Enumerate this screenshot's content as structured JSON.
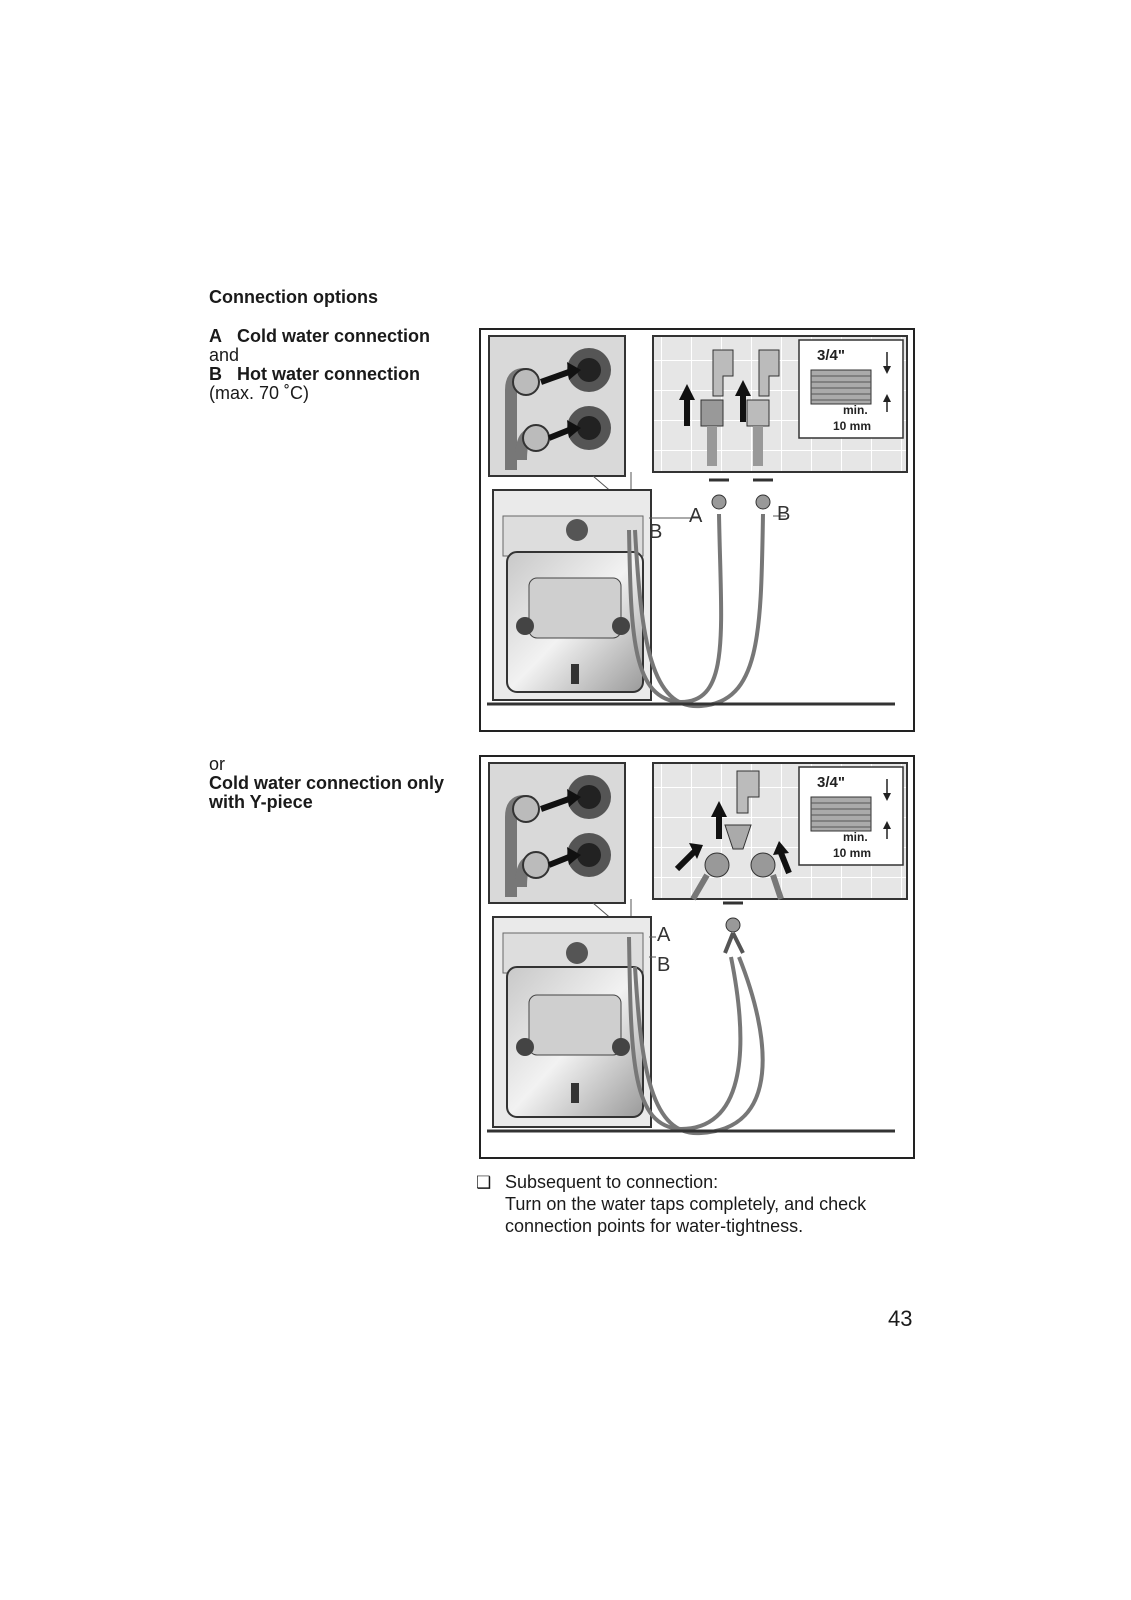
{
  "section": {
    "title": "Connection options"
  },
  "option1": {
    "a_letter": "A",
    "a_label": "Cold water connection",
    "connector": "and",
    "b_letter": "B",
    "b_label": "Hot water connection",
    "b_note": "(max. 70 ˚C)"
  },
  "option2": {
    "connector": "or",
    "label_line1": "Cold water connection only",
    "label_line2": "with Y-piece"
  },
  "figure1": {
    "thread_size": "3/4\"",
    "min_label": "min.",
    "min_value": "10 mm",
    "label_a": "A",
    "label_b_tap": "B",
    "label_b_machine": "B"
  },
  "figure2": {
    "thread_size": "3/4\"",
    "min_label": "min.",
    "min_value": "10 mm",
    "label_a": "A",
    "label_b": "B"
  },
  "instruction": {
    "bullet_icon": "checkbox-icon",
    "line1": "Subsequent to connection:",
    "line2": "Turn on the water taps completely, and check",
    "line3": "connection points for water-tightness."
  },
  "page_number": "43"
}
